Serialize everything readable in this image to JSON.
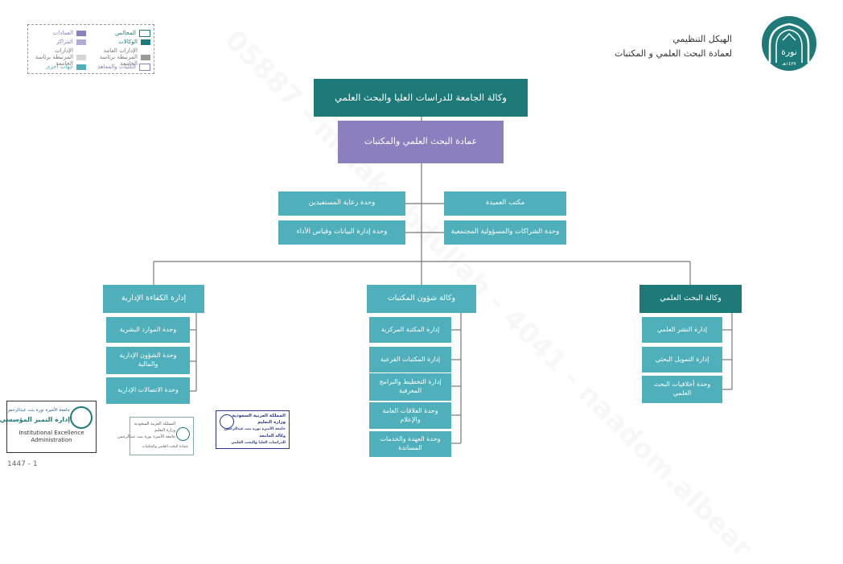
{
  "header": {
    "title_line1": "الهيكل التنظيمي",
    "title_line2": "لعمادة البحث العلمي و المكتبات"
  },
  "logo": {
    "arabic_text": "نورة",
    "year": "١٤٣٧هـ"
  },
  "legend": {
    "items": [
      {
        "label": "المجالس",
        "color": "#ffffff",
        "border": "#1d7a78"
      },
      {
        "label": "الوكالات",
        "color": "#1d7a78"
      },
      {
        "label": "الإدارات العامة المرتبطة برئاسة الجامعة",
        "color": "#9a9a9a"
      },
      {
        "label": "الكليات والمعاهد",
        "color": "#ffffff",
        "border": "#8b7fc0"
      },
      {
        "label": "العمادات",
        "color": "#8b7fc0"
      },
      {
        "label": "المراكز",
        "color": "#b3abd6"
      },
      {
        "label": "الإدارات المرتبطة برئاسة الجامعة",
        "color": "#d6d6d6"
      },
      {
        "label": "جهات أخرى",
        "color": "#4fb0bc"
      }
    ]
  },
  "org": {
    "top": "وكالة الجامعة للدراسات العليا والبحث العلمي",
    "deanship": "عمادة البحث العلمي والمكتبات",
    "staff_right": [
      "مكتب العميدة",
      "وحدة الشراكات والمسؤولية المجتمعية"
    ],
    "staff_left": [
      "وحدة رعاية المستفيدين",
      "وحدة إدارة البيانات وقياس الأداء"
    ],
    "branches": [
      {
        "title": "وكالة البحث العلمي",
        "items": [
          "إدارة النشر العلمي",
          "إدارة التمويل البحثي",
          "وحدة أخلاقيات البحث العلمي"
        ]
      },
      {
        "title": "وكالة شؤون المكتبات",
        "items": [
          "إدارة المكتبة المركزية",
          "إدارة المكتبات الفرعية",
          "إدارة التخطيط والبرامج المعرفية",
          "وحدة العلاقات العامة والإعلام",
          "وحدة العهدة والخدمات المساندة"
        ]
      },
      {
        "title": "إدارة الكفاءة الإدارية",
        "items": [
          "وحدة الموارد البشرية",
          "وحدة الشؤون الإدارية والمالية",
          "وحدة الاتصالات الإدارية"
        ]
      }
    ]
  },
  "stamps": {
    "excellence": {
      "university": "جامعة الأميرة نورة بنت عبدالرحمن",
      "arabic": "إدارة التميز المؤسسي",
      "english_line1": "Institutional Excellence",
      "english_line2": "Administration"
    },
    "stamp2": [
      "المملكة العربية السعودية",
      "وزارة التعليم",
      "جامعة الأميرة نورة بنت عبدالرحمن",
      "عمادة البحث العلمي والمكتبات"
    ],
    "stamp3": [
      "المملكة العربية السعودية",
      "وزارة التعليم",
      "جامعة الأميرة نورة بنت عبدالرحمن",
      "وكالة الجامعة",
      "للدراسات العليا والبحث العلمي"
    ]
  },
  "footer": {
    "version": "1447 - 1"
  },
  "watermark": "05887 - malak.abdullah - 4041 - naadom.albear"
}
